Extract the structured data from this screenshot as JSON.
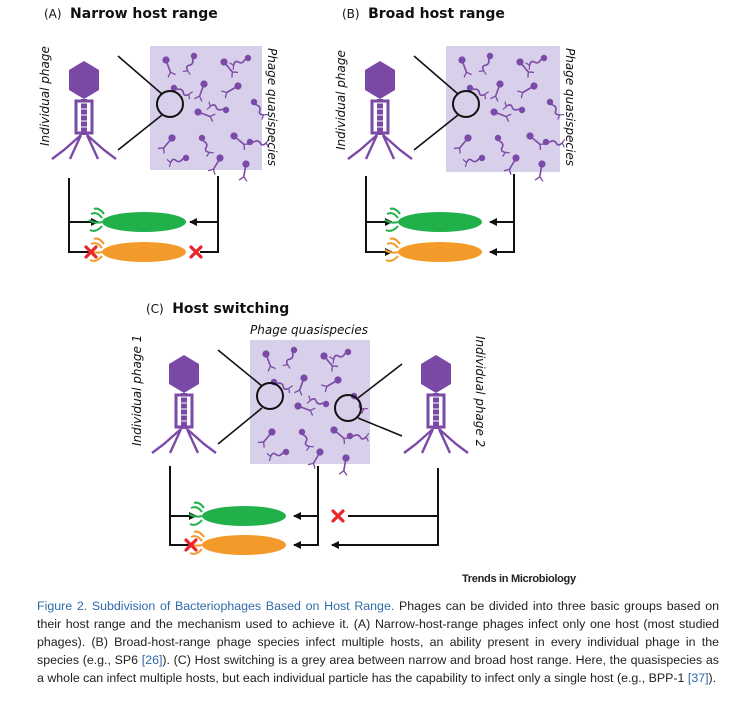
{
  "panels": {
    "a": {
      "letter": "(A)",
      "title": "Narrow host range",
      "phage_label": "Individual phage",
      "quasi_label": "Phage quasispecies"
    },
    "b": {
      "letter": "(B)",
      "title": "Broad host range",
      "phage_label": "Individual phage",
      "quasi_label": "Phage quasispecies"
    },
    "c": {
      "letter": "(C)",
      "title": "Host switching",
      "quasi_label": "Phage quasispecies",
      "phage1_label": "Individual phage 1",
      "phage2_label": "Individual phage 2"
    }
  },
  "credit": "Trends in Microbiology",
  "caption": {
    "title": "Figure 2. Subdivision of Bacteriophages Based on Host Range.",
    "part1": " Phages can be divided into three basic groups based on their host range and the mechanism used to achieve it. (A) Narrow-host-range phages infect only one host (most studied phages). (B) Broad-host-range phage species infect multiple hosts, an ability present in every individual phage in the species (e.g., SP6 ",
    "ref1": "[26]",
    "part2": "). (C) Host switching is a grey area between narrow and broad host range. Here, the quasispecies as a whole can infect multiple hosts, but each individual particle has the capability to infect only a single host (e.g., BPP-1 ",
    "ref2": "[37]",
    "part3": ")."
  },
  "colors": {
    "phage": "#7a4aa6",
    "quasispecies_box": "#d8d0ea",
    "host_green": "#22b04b",
    "host_orange": "#f39a2a",
    "block_x": "#e8262c",
    "caption_title": "#2e6aa8"
  }
}
